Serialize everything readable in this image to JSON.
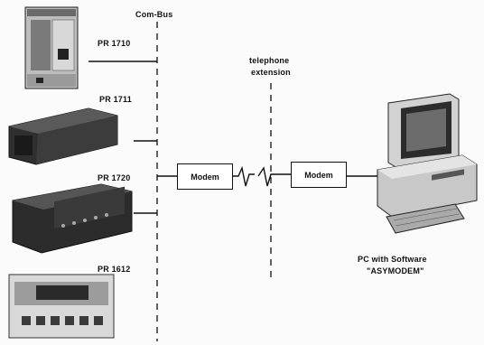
{
  "bus": {
    "label": "Com-Bus"
  },
  "devices": [
    {
      "label": "PR 1710"
    },
    {
      "label": "PR 1711"
    },
    {
      "label": "PR 1720"
    },
    {
      "label": "PR 1612"
    }
  ],
  "phone": {
    "label_line1": "telephone",
    "label_line2": "extension"
  },
  "modems": [
    {
      "label": "Modem"
    },
    {
      "label": "Modem"
    }
  ],
  "pc": {
    "label_line1": "PC with Software",
    "label_line2": "\"ASYMODEM\""
  }
}
